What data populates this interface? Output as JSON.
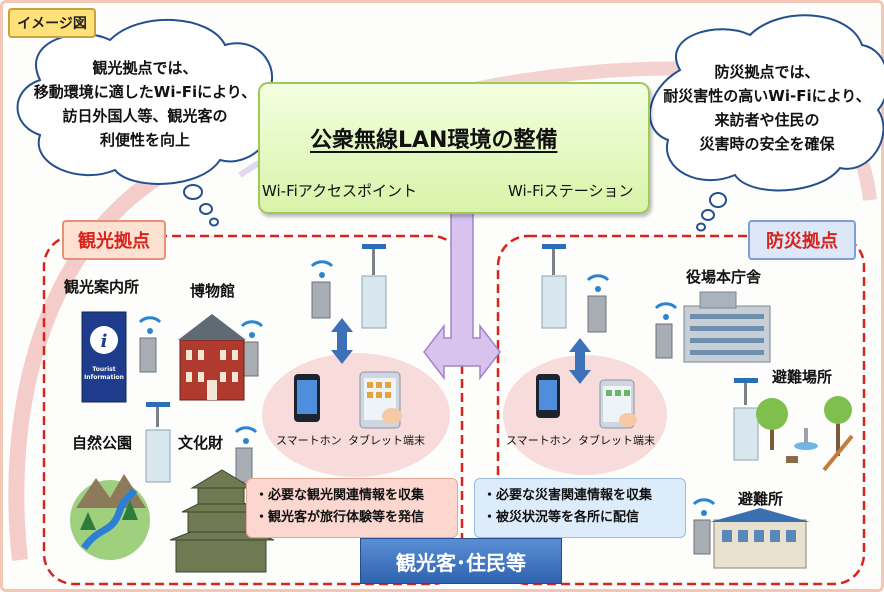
{
  "tag": "イメージ図",
  "cloud_left": {
    "lines": [
      "観光拠点では、",
      "移動環境に適したWi-Fiにより、",
      "訪日外国人等、観光客の",
      "利便性を向上"
    ]
  },
  "cloud_right": {
    "lines": [
      "防災拠点では、",
      "耐災害性の高いWi-Fiにより、",
      "来訪者や住民の",
      "災害時の安全を確保"
    ]
  },
  "center": {
    "title": "公衆無線LAN環境の整備",
    "access_point": "Wi-Fiアクセスポイント",
    "station": "Wi-Fiステーション"
  },
  "tourism": {
    "label": "観光拠点",
    "places": [
      "観光案内所",
      "博物館",
      "自然公園",
      "文化財"
    ],
    "tourist_info_sign": "Tourist Information",
    "smartphone": "スマートホン",
    "tablet": "タブレット端末",
    "info_lines": [
      "・必要な観光関連情報を収集",
      "・観光客が旅行体験等を発信"
    ]
  },
  "disaster": {
    "label": "防災拠点",
    "places": [
      "役場本庁舎",
      "避難場所",
      "避難所"
    ],
    "smartphone": "スマートホン",
    "tablet": "タブレット端末",
    "info_lines": [
      "・必要な災害関連情報を収集",
      "・被災状況等を各所に配信"
    ]
  },
  "bottom": "観光客･住民等",
  "colors": {
    "tourism": "#d9231d",
    "disaster_label_bg": "#dce8f8",
    "tourism_label_bg": "#fde2d2",
    "banner": "#3d72c0",
    "title_box": "#d8f3a9"
  }
}
